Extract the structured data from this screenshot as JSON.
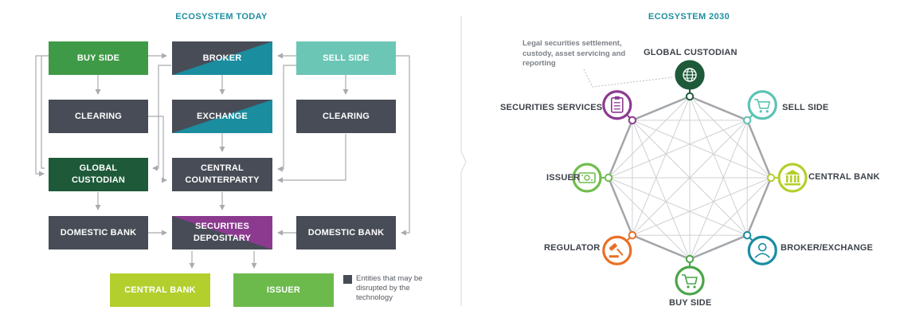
{
  "left": {
    "title": "ECOSYSTEM TODAY",
    "boxes": {
      "buy_side": "BUY SIDE",
      "broker": "BROKER",
      "sell_side": "SELL SIDE",
      "clearing_left": "CLEARING",
      "exchange": "EXCHANGE",
      "clearing_right": "CLEARING",
      "global_custodian": "GLOBAL CUSTODIAN",
      "central_counterparty": "CENTRAL COUNTERPARTY",
      "domestic_bank_left": "DOMESTIC BANK",
      "securities_depositary": "SECURITIES DEPOSITARY",
      "domestic_bank_right": "DOMESTIC BANK",
      "central_bank": "CENTRAL BANK",
      "issuer": "ISSUER"
    },
    "legend": "Entities that may be disrupted by the technology"
  },
  "right": {
    "title": "ECOSYSTEM 2030",
    "nodes": [
      {
        "label": "GLOBAL CUSTODIAN",
        "icon": "globe-icon",
        "color": "#1e5a3a"
      },
      {
        "label": "SELL SIDE",
        "icon": "cart-icon",
        "color": "#5cc3b4"
      },
      {
        "label": "CENTRAL BANK",
        "icon": "bank-icon",
        "color": "#b3cf2d"
      },
      {
        "label": "BROKER/EXCHANGE",
        "icon": "person-icon",
        "color": "#1a8da0"
      },
      {
        "label": "BUY SIDE",
        "icon": "cart-icon",
        "color": "#4aa548"
      },
      {
        "label": "REGULATOR",
        "icon": "gavel-icon",
        "color": "#ea6f25"
      },
      {
        "label": "ISSUER",
        "icon": "money-icon",
        "color": "#6fbd4c"
      },
      {
        "label": "SECURITIES SERVICES",
        "icon": "clipboard-icon",
        "color": "#8c3a91"
      }
    ],
    "note": "Legal securities settlement, custody, asset servicing and reporting"
  },
  "colors": {
    "buy_side": "#3f9a47",
    "broker": "#1a8d9f",
    "sell_side": "#6cc6b6",
    "global_custodian": "#1e5a3a",
    "dark": "#474c56",
    "securities_depositary": "#8b3a8f",
    "central_bank": "#b3cf2d",
    "issuer": "#6cba4c"
  }
}
